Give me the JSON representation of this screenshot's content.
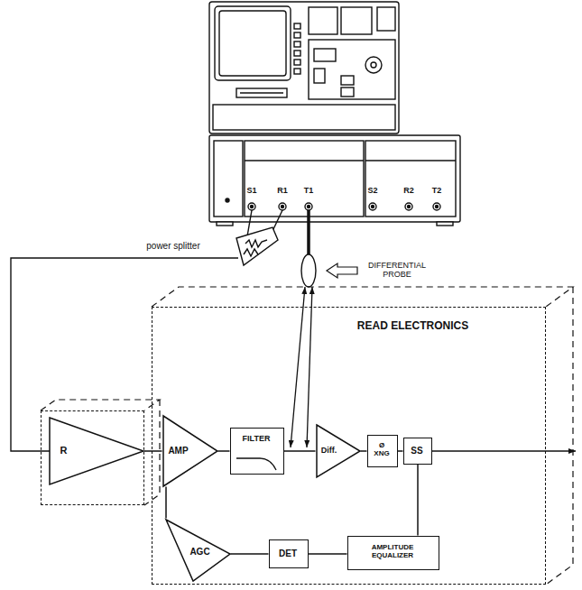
{
  "diagram": {
    "nodes": [
      {
        "text": [
          "READ ELECTRONICS"
        ]
      },
      {
        "text": [
          "R"
        ]
      },
      {
        "text": [
          "AMP"
        ],
        "in": 0
      },
      {
        "text": [
          "FILTER"
        ],
        "in": 0
      },
      {
        "text": [
          "Diff."
        ],
        "in": 0
      },
      {
        "text": [
          "Ø XNG"
        ],
        "in": 0
      },
      {
        "text": [
          "SS"
        ],
        "in": 0
      },
      {
        "text": [
          "AGC"
        ],
        "in": 0
      },
      {
        "text": [
          "DET"
        ],
        "in": 0
      },
      {
        "text": [
          "AMPLITUDE EQUALIZER"
        ],
        "in": 0
      }
    ],
    "edges": [
      {
        "from": 1,
        "to": 2,
        "arrow": "none"
      },
      {
        "from": 2,
        "to": 3,
        "arrow": "none"
      },
      {
        "from": 3,
        "to": 4,
        "arrow": "none"
      },
      {
        "from": 4,
        "to": 5,
        "arrow": "none"
      },
      {
        "from": 5,
        "to": 6,
        "arrow": "none"
      },
      {
        "from": 6,
        "to": 9,
        "arrow": "none"
      },
      {
        "from": 9,
        "to": 8,
        "arrow": "none"
      },
      {
        "from": 8,
        "to": 7,
        "arrow": "none"
      },
      {
        "from": 7,
        "to": 2,
        "arrow": "none"
      }
    ],
    "labels": [
      "S1",
      "R1",
      "T1",
      "S2",
      "R2",
      "T2",
      "power splitter",
      "DIFFERENTIAL PROBE"
    ]
  }
}
